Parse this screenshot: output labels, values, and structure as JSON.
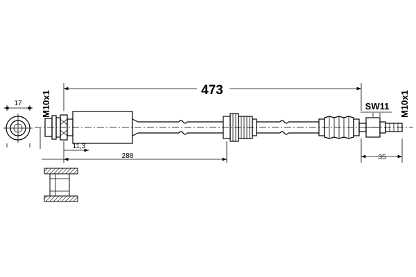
{
  "labels": {
    "end_diameter": "17",
    "thread_left": "M10x1",
    "overall_length": "473",
    "offset_length": "11,3",
    "section_length": "288",
    "wrench_size": "SW11",
    "thread_right": "M10x1",
    "fitting_length": "35"
  }
}
